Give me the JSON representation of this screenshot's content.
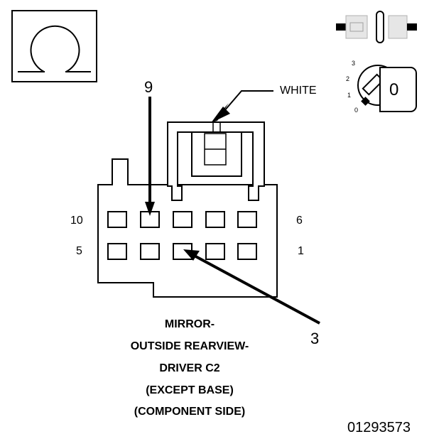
{
  "callouts": {
    "pin_9": "9",
    "pin_3": "3"
  },
  "wire_color_label": "WHITE",
  "pin_numbers": {
    "top_left": "10",
    "top_right": "6",
    "bottom_left": "5",
    "bottom_right": "1"
  },
  "key_switch": {
    "positions": [
      "3",
      "2",
      "1",
      "0"
    ],
    "selected": "0"
  },
  "caption_lines": [
    "MIRROR-",
    "OUTSIDE REARVIEW-",
    "DRIVER C2",
    "(EXCEPT BASE)",
    "(COMPONENT SIDE)"
  ],
  "figure_id": "01293573",
  "icons": {
    "legend_box": "ohm-symbol-icon",
    "connector": "inline-connector-icon",
    "key": "ignition-key-icon"
  }
}
